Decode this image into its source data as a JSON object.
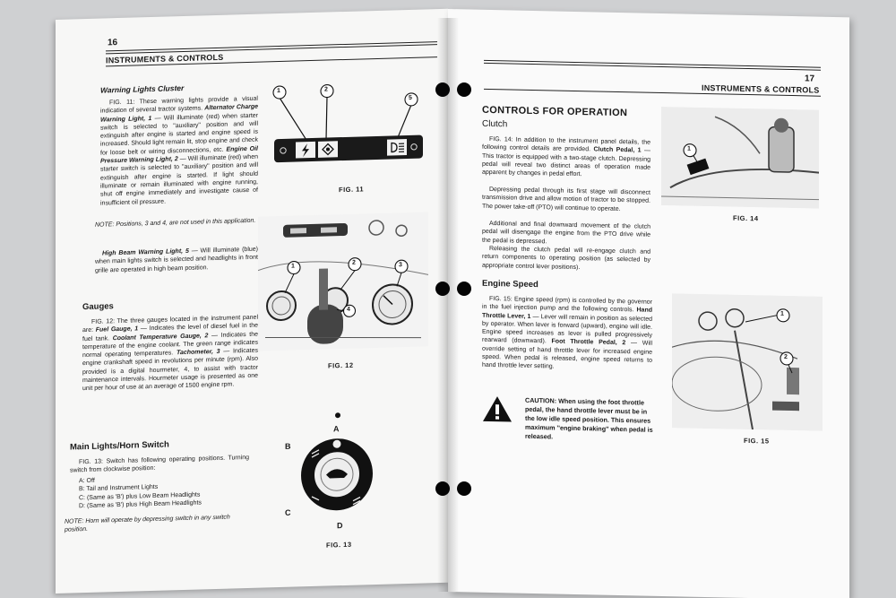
{
  "left_page": {
    "page_number": "16",
    "header": "INSTRUMENTS & CONTROLS",
    "warning_lights": {
      "heading": "Warning Lights Cluster",
      "intro_label": "FIG. 11:",
      "intro": "These warning lights provide a visual indication of several tractor systems.",
      "alt_label": "Alternator Charge Warning Light, 1",
      "alt_text": "— Will illuminate (red) when starter switch is selected to \"auxiliary\" position and will extinguish after engine is started and engine speed is increased. Should light remain lit, stop engine and check for loose belt or wiring disconnections, etc.",
      "oil_label": "Engine Oil Pressure Warning Light, 2",
      "oil_text": "— Will illuminate (red) when starter switch is selected to \"auxiliary\" position and will extinguish after engine is started. If light should illuminate or remain illuminated with engine running, shut off engine immediately and investigate cause of insufficient oil pressure.",
      "note": "NOTE: Positions, 3 and 4, are not used in this application.",
      "beam_label": "High Beam Warning Light, 5",
      "beam_text": "— Will illuminate (blue) when main lights switch is selected and headlights in front grille are operated in high beam position."
    },
    "gauges": {
      "heading": "Gauges",
      "intro_label": "FIG. 12:",
      "intro": "The three gauges located in the instrument panel are:",
      "fuel_label": "Fuel Gauge, 1",
      "fuel_text": "— Indicates the level of diesel fuel in the fuel tank.",
      "coolant_label": "Coolant Temperature Gauge, 2",
      "coolant_text": "— Indicates the temperature of the engine coolant. The green range indicates normal operating temperatures.",
      "tach_label": "Tachometer, 3",
      "tach_text": "— Indicates engine crankshaft speed in revolutions per minute (rpm). Also provided is a digital hourmeter, 4, to assist with tractor maintenance intervals. Hourmeter usage is presented as one unit per hour of use at an average of 1500 engine rpm."
    },
    "main_lights": {
      "heading": "Main Lights/Horn Switch",
      "intro_label": "FIG. 13:",
      "intro": "Switch has following operating positions. Turning switch from clockwise position:",
      "items": [
        "A:  Off",
        "B:  Tail and Instrument Lights",
        "C:  (Same as 'B') plus Low Beam Headlights",
        "D:  (Same as 'B') plus High Beam Headlights"
      ],
      "note": "NOTE: Horn will operate by depressing switch in any switch position."
    },
    "fig11": {
      "caption": "FIG. 11",
      "callouts": [
        "1",
        "2",
        "5"
      ]
    },
    "fig12": {
      "caption": "FIG. 12",
      "callouts": [
        "1",
        "2",
        "3",
        "4"
      ]
    },
    "fig13": {
      "caption": "FIG. 13",
      "positions": [
        "A",
        "B",
        "C",
        "D"
      ]
    }
  },
  "right_page": {
    "page_number": "17",
    "header": "INSTRUMENTS & CONTROLS",
    "title": "CONTROLS FOR OPERATION",
    "clutch": {
      "heading": "Clutch",
      "intro_label": "FIG. 14:",
      "intro": "In addition to the instrument panel details, the following control details are provided.",
      "pedal_label": "Clutch Pedal, 1",
      "pedal_text": "— This tractor is equipped with a two-stage clutch. Depressing pedal will reveal two distinct areas of operation made apparent by changes in pedal effort.",
      "p2": "Depressing pedal through its first stage will disconnect transmission drive and allow motion of tractor to be stopped. The power take-off (PTO) will continue to operate.",
      "p3": "Additional and final downward movement of the clutch pedal will disengage the engine from the PTO drive while the pedal is depressed.",
      "p4": "Releasing the clutch pedal will re-engage clutch and return components to operating position (as selected by appropriate control lever positions)."
    },
    "engine_speed": {
      "heading": "Engine Speed",
      "intro_label": "FIG. 15:",
      "intro": "Engine speed (rpm) is controlled by the governor in the fuel injection pump and the following controls.",
      "hand_label": "Hand Throttle Lever, 1",
      "hand_text": "— Lever will remain in position as selected by operator. When lever is forward (upward), engine will idle. Engine speed increases as lever is pulled progressively rearward (downward).",
      "foot_label": "Foot Throttle Pedal, 2",
      "foot_text": "— Will override setting of hand throttle lever for increased engine speed. When pedal is released, engine speed returns to hand throttle lever setting.",
      "caution": "CAUTION: When using the foot throttle pedal, the hand throttle lever must be in the low idle speed position. This ensures maximum ''engine braking'' when pedal is released."
    },
    "fig14": {
      "caption": "FIG. 14",
      "callouts": [
        "1"
      ]
    },
    "fig15": {
      "caption": "FIG. 15",
      "callouts": [
        "1",
        "2"
      ]
    }
  }
}
